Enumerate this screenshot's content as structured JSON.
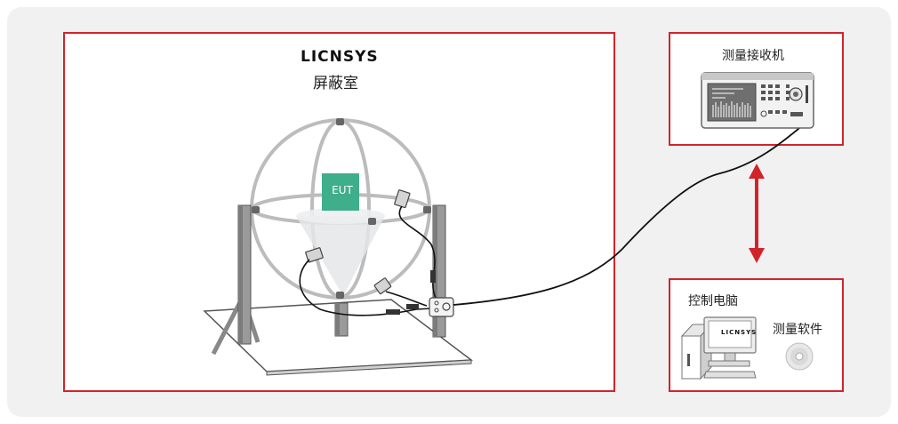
{
  "chamber": {
    "logo": "LICNSYS",
    "title": "屏蔽室",
    "eut_label": "EUT"
  },
  "receiver": {
    "title": "测量接收机"
  },
  "pc": {
    "title": "控制电脑",
    "logo": "LICNSYS",
    "software_label": "测量软件"
  },
  "colors": {
    "frame_red": "#d2232a",
    "eut_green": "#3fae8a",
    "background": "#f1f1f1"
  }
}
